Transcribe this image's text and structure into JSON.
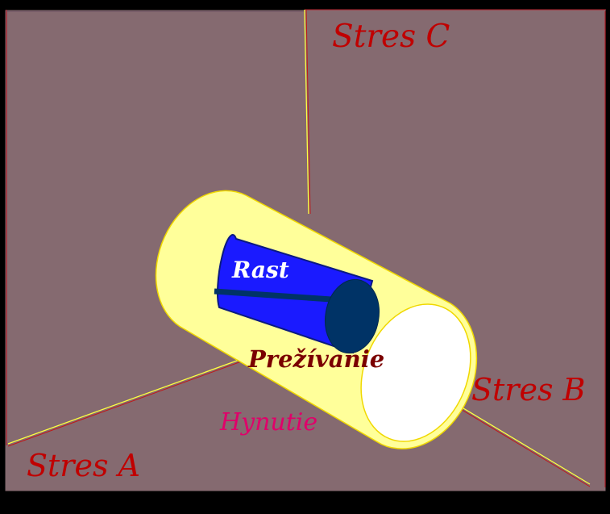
{
  "labels": {
    "axis_a": "Stres A",
    "axis_b": "Stres B",
    "axis_c": "Stres C",
    "inner": "Rast",
    "middle": "Prežívanie",
    "outer": "Hynutie"
  },
  "colors": {
    "background": "#000000",
    "panel": "#856a70",
    "panel_edge": "#b0202a",
    "axis_red": "#c01818",
    "axis_yellow": "#ffff40",
    "outer_cylinder": "#ffff9a",
    "outer_cylinder_edge": "#f0d800",
    "outer_end_face": "#ffffff",
    "inner_cylinder": "#1a1aff",
    "inner_end_face": "#003366",
    "label_red": "#c00000",
    "label_dark_red": "#7a0000",
    "label_pink": "#e0006a",
    "label_white": "#ffffff"
  }
}
